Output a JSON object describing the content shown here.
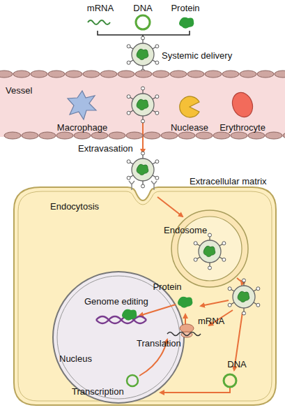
{
  "diagram": {
    "nodes": [
      {
        "text": [
          "Vessel"
        ]
      },
      {
        "text": [
          "Endosome"
        ]
      },
      {
        "text": [
          "Genome editing",
          "Nucleus",
          "Transcription"
        ]
      }
    ],
    "labels": [
      "mRNA",
      "DNA",
      "Protein",
      "Systemic delivery",
      "Macrophage",
      "Nuclease",
      "Erythrocyte",
      "Extravasation",
      "Extracellular matrix",
      "Endocytosis",
      "Protein",
      "Translation",
      "mRNA",
      "DNA"
    ]
  }
}
